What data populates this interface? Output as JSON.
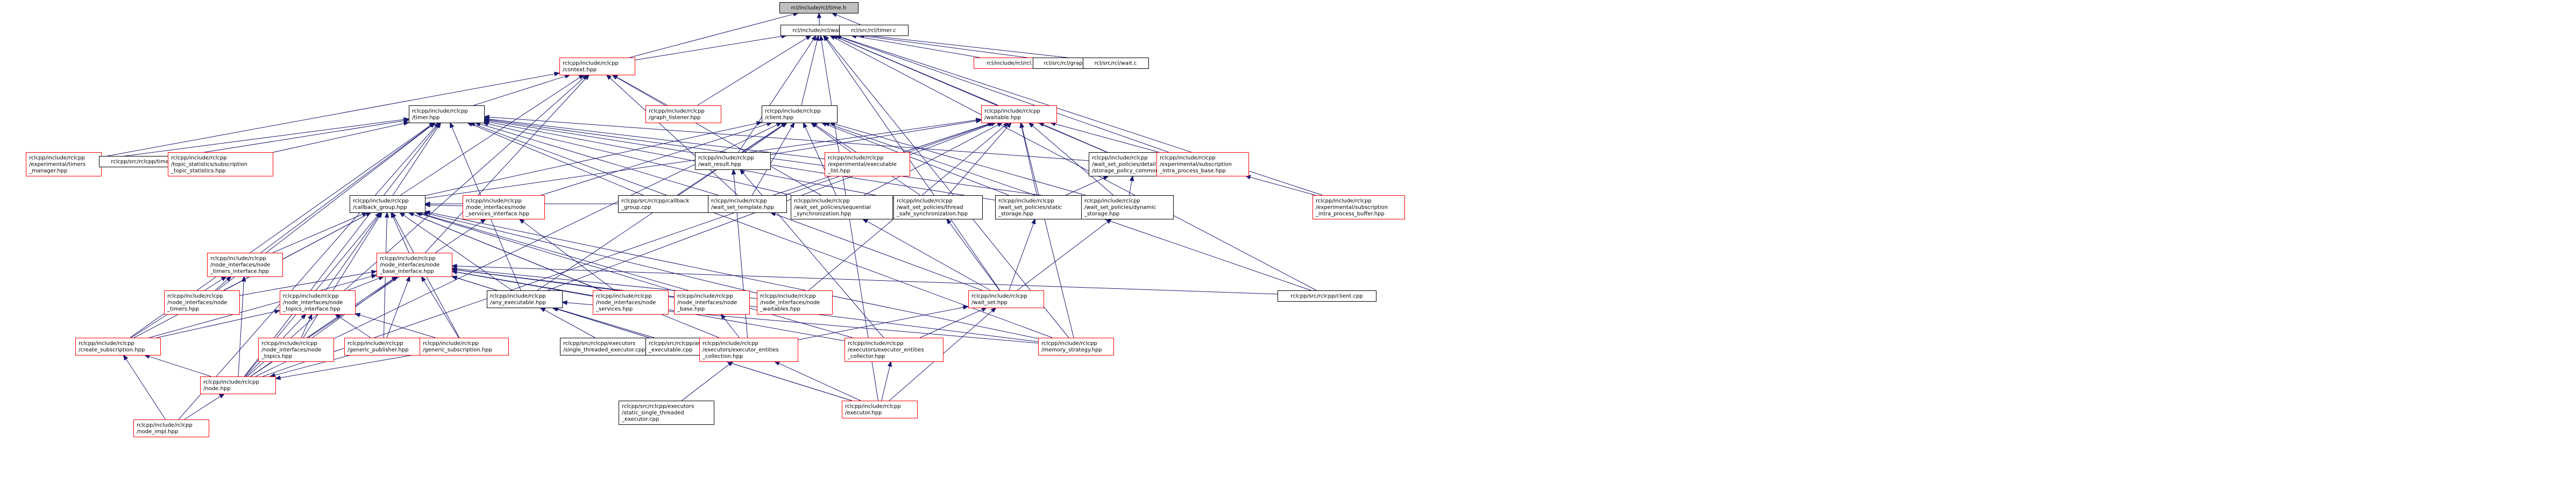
{
  "colors": {
    "edge": "#191970",
    "box_border_red": "#ff0000",
    "box_border_black": "#000000",
    "box_fill": "#ffffff",
    "highlight_fill": "#bfbfbf",
    "text": "#000000"
  },
  "nodes": [
    {
      "id": "time_h",
      "lines": [
        "rcl/include/rcl/time.h"
      ],
      "border": "black",
      "fill": "highlight"
    },
    {
      "id": "wait_h",
      "lines": [
        "rcl/include/rcl/wait.h"
      ],
      "border": "black"
    },
    {
      "id": "timer_c",
      "lines": [
        "rcl/src/rcl/timer.c"
      ],
      "border": "black"
    },
    {
      "id": "context_hpp",
      "lines": [
        "rclcpp/include/rclcpp",
        "/context.hpp"
      ],
      "border": "red"
    },
    {
      "id": "rcl_h",
      "lines": [
        "rcl/include/rcl/rcl.h"
      ],
      "border": "red"
    },
    {
      "id": "graph_c",
      "lines": [
        "rcl/src/rcl/graph.c"
      ],
      "border": "black"
    },
    {
      "id": "wait_c",
      "lines": [
        "rcl/src/rcl/wait.c"
      ],
      "border": "black"
    },
    {
      "id": "timer_hpp",
      "lines": [
        "rclcpp/include/rclcpp",
        "/timer.hpp"
      ],
      "border": "black"
    },
    {
      "id": "graph_listener_hpp",
      "lines": [
        "rclcpp/include/rclcpp",
        "/graph_listener.hpp"
      ],
      "border": "red"
    },
    {
      "id": "client_hpp",
      "lines": [
        "rclcpp/include/rclcpp",
        "/client.hpp"
      ],
      "border": "black"
    },
    {
      "id": "waitable_hpp",
      "lines": [
        "rclcpp/include/rclcpp",
        "/waitable.hpp"
      ],
      "border": "red"
    },
    {
      "id": "timers_manager_hpp",
      "lines": [
        "rclcpp/include/rclcpp",
        "/experimental/timers",
        "_manager.hpp"
      ],
      "border": "red"
    },
    {
      "id": "timer_cpp",
      "lines": [
        "rclcpp/src/rclcpp/timer.cpp"
      ],
      "border": "black"
    },
    {
      "id": "subscription_topic_statistics_hpp",
      "lines": [
        "rclcpp/include/rclcpp",
        "/topic_statistics/subscription",
        "_topic_statistics.hpp"
      ],
      "border": "red"
    },
    {
      "id": "wait_result_hpp",
      "lines": [
        "rclcpp/include/rclcpp",
        "/wait_result.hpp"
      ],
      "border": "black"
    },
    {
      "id": "executable_list_hpp",
      "lines": [
        "rclcpp/include/rclcpp",
        "/experimental/executable",
        "_list.hpp"
      ],
      "border": "red"
    },
    {
      "id": "storage_policy_common_hpp",
      "lines": [
        "rclcpp/include/rclcpp",
        "/wait_set_policies/detail",
        "/storage_policy_common.hpp"
      ],
      "border": "black"
    },
    {
      "id": "subscription_intra_process_base_hpp",
      "lines": [
        "rclcpp/include/rclcpp",
        "/experimental/subscription",
        "_intra_process_base.hpp"
      ],
      "border": "red"
    },
    {
      "id": "callback_group_hpp",
      "lines": [
        "rclcpp/include/rclcpp",
        "/callback_group.hpp"
      ],
      "border": "black"
    },
    {
      "id": "node_services_interface_hpp",
      "lines": [
        "rclcpp/include/rclcpp",
        "/node_interfaces/node",
        "_services_interface.hpp"
      ],
      "border": "red"
    },
    {
      "id": "callback_group_cpp",
      "lines": [
        "rclcpp/src/rclcpp/callback",
        "_group.cpp"
      ],
      "border": "black"
    },
    {
      "id": "wait_set_template_hpp",
      "lines": [
        "rclcpp/include/rclcpp",
        "/wait_set_template.hpp"
      ],
      "border": "black"
    },
    {
      "id": "sequential_synchronization_hpp",
      "lines": [
        "rclcpp/include/rclcpp",
        "/wait_set_policies/sequential",
        "_synchronization.hpp"
      ],
      "border": "black"
    },
    {
      "id": "thread_safe_synchronization_hpp",
      "lines": [
        "rclcpp/include/rclcpp",
        "/wait_set_policies/thread",
        "_safe_synchronization.hpp"
      ],
      "border": "black"
    },
    {
      "id": "static_storage_hpp",
      "lines": [
        "rclcpp/include/rclcpp",
        "/wait_set_policies/static",
        "_storage.hpp"
      ],
      "border": "black"
    },
    {
      "id": "dynamic_storage_hpp",
      "lines": [
        "rclcpp/include/rclcpp",
        "/wait_set_policies/dynamic",
        "_storage.hpp"
      ],
      "border": "black"
    },
    {
      "id": "subscription_intra_process_buffer_hpp",
      "lines": [
        "rclcpp/include/rclcpp",
        "/experimental/subscription",
        "_intra_process_buffer.hpp"
      ],
      "border": "red"
    },
    {
      "id": "node_timers_interface_hpp",
      "lines": [
        "rclcpp/include/rclcpp",
        "/node_interfaces/node",
        "_timers_interface.hpp"
      ],
      "border": "red"
    },
    {
      "id": "node_base_interface_hpp",
      "lines": [
        "rclcpp/include/rclcpp",
        "/node_interfaces/node",
        "_base_interface.hpp"
      ],
      "border": "red"
    },
    {
      "id": "node_timers_hpp",
      "lines": [
        "rclcpp/include/rclcpp",
        "/node_interfaces/node",
        "_timers.hpp"
      ],
      "border": "red"
    },
    {
      "id": "node_topics_interface_hpp",
      "lines": [
        "rclcpp/include/rclcpp",
        "/node_interfaces/node",
        "_topics_interface.hpp"
      ],
      "border": "red"
    },
    {
      "id": "any_executable_hpp",
      "lines": [
        "rclcpp/include/rclcpp",
        "/any_executable.hpp"
      ],
      "border": "black"
    },
    {
      "id": "node_services_hpp",
      "lines": [
        "rclcpp/include/rclcpp",
        "/node_interfaces/node",
        "_services.hpp"
      ],
      "border": "red"
    },
    {
      "id": "node_base_hpp",
      "lines": [
        "rclcpp/include/rclcpp",
        "/node_interfaces/node",
        "_base.hpp"
      ],
      "border": "red"
    },
    {
      "id": "node_waitables_hpp",
      "lines": [
        "rclcpp/include/rclcpp",
        "/node_interfaces/node",
        "_waitables.hpp"
      ],
      "border": "red"
    },
    {
      "id": "wait_set_hpp",
      "lines": [
        "rclcpp/include/rclcpp",
        "/wait_set.hpp"
      ],
      "border": "red"
    },
    {
      "id": "client_cpp",
      "lines": [
        "rclcpp/src/rclcpp/client.cpp"
      ],
      "border": "black"
    },
    {
      "id": "create_subscription_hpp",
      "lines": [
        "rclcpp/include/rclcpp",
        "/create_subscription.hpp"
      ],
      "border": "red"
    },
    {
      "id": "node_topics_hpp",
      "lines": [
        "rclcpp/include/rclcpp",
        "/node_interfaces/node",
        "_topics.hpp"
      ],
      "border": "red"
    },
    {
      "id": "generic_publisher_hpp",
      "lines": [
        "rclcpp/include/rclcpp",
        "/generic_publisher.hpp"
      ],
      "border": "red"
    },
    {
      "id": "generic_subscription_hpp",
      "lines": [
        "rclcpp/include/rclcpp",
        "/generic_subscription.hpp"
      ],
      "border": "red"
    },
    {
      "id": "single_threaded_executor_cpp",
      "lines": [
        "rclcpp/src/rclcpp/executors",
        "/single_threaded_executor.cpp"
      ],
      "border": "black"
    },
    {
      "id": "any_executable_cpp",
      "lines": [
        "rclcpp/src/rclcpp/any",
        "_executable.cpp"
      ],
      "border": "black"
    },
    {
      "id": "executor_entities_collection_hpp",
      "lines": [
        "rclcpp/include/rclcpp",
        "/executors/executor_entities",
        "_collection.hpp"
      ],
      "border": "red"
    },
    {
      "id": "executor_entities_collector_hpp",
      "lines": [
        "rclcpp/include/rclcpp",
        "/executors/executor_entities",
        "_collector.hpp"
      ],
      "border": "red"
    },
    {
      "id": "memory_strategy_hpp",
      "lines": [
        "rclcpp/include/rclcpp",
        "/memory_strategy.hpp"
      ],
      "border": "red"
    },
    {
      "id": "node_hpp",
      "lines": [
        "rclcpp/include/rclcpp",
        "/node.hpp"
      ],
      "border": "red"
    },
    {
      "id": "static_single_threaded_executor_cpp",
      "lines": [
        "rclcpp/src/rclcpp/executors",
        "/static_single_threaded",
        "_executor.cpp"
      ],
      "border": "black"
    },
    {
      "id": "executor_hpp",
      "lines": [
        "rclcpp/include/rclcpp",
        "/executor.hpp"
      ],
      "border": "red"
    },
    {
      "id": "node_impl_hpp",
      "lines": [
        "rclcpp/include/rclcpp",
        "/node_impl.hpp"
      ],
      "border": "red"
    }
  ],
  "edges": [
    [
      "wait_h",
      "time_h"
    ],
    [
      "timer_c",
      "time_h"
    ],
    [
      "context_hpp",
      "time_h"
    ],
    [
      "rcl_h",
      "wait_h"
    ],
    [
      "graph_c",
      "wait_h"
    ],
    [
      "wait_c",
      "wait_h"
    ],
    [
      "context_hpp",
      "wait_h"
    ],
    [
      "graph_listener_hpp",
      "wait_h"
    ],
    [
      "client_hpp",
      "wait_h"
    ],
    [
      "waitable_hpp",
      "wait_h"
    ],
    [
      "wait_result_hpp",
      "wait_h"
    ],
    [
      "storage_policy_common_hpp",
      "wait_h"
    ],
    [
      "subscription_intra_process_base_hpp",
      "wait_h"
    ],
    [
      "subscription_intra_process_buffer_hpp",
      "wait_h"
    ],
    [
      "wait_set_hpp",
      "wait_h"
    ],
    [
      "client_cpp",
      "wait_h"
    ],
    [
      "memory_strategy_hpp",
      "wait_h"
    ],
    [
      "executor_hpp",
      "wait_h"
    ],
    [
      "timer_hpp",
      "context_hpp"
    ],
    [
      "graph_listener_hpp",
      "context_hpp"
    ],
    [
      "callback_group_hpp",
      "context_hpp"
    ],
    [
      "timers_manager_hpp",
      "context_hpp"
    ],
    [
      "node_base_interface_hpp",
      "context_hpp"
    ],
    [
      "wait_set_template_hpp",
      "context_hpp"
    ],
    [
      "sequential_synchronization_hpp",
      "context_hpp"
    ],
    [
      "node_hpp",
      "context_hpp"
    ],
    [
      "timers_manager_hpp",
      "timer_hpp"
    ],
    [
      "timer_cpp",
      "timer_hpp"
    ],
    [
      "subscription_topic_statistics_hpp",
      "timer_hpp"
    ],
    [
      "callback_group_hpp",
      "timer_hpp"
    ],
    [
      "node_timers_interface_hpp",
      "timer_hpp"
    ],
    [
      "callback_group_cpp",
      "timer_hpp"
    ],
    [
      "wait_set_template_hpp",
      "timer_hpp"
    ],
    [
      "sequential_synchronization_hpp",
      "timer_hpp"
    ],
    [
      "thread_safe_synchronization_hpp",
      "timer_hpp"
    ],
    [
      "static_storage_hpp",
      "timer_hpp"
    ],
    [
      "dynamic_storage_hpp",
      "timer_hpp"
    ],
    [
      "storage_policy_common_hpp",
      "timer_hpp"
    ],
    [
      "executable_list_hpp",
      "timer_hpp"
    ],
    [
      "any_executable_hpp",
      "timer_hpp"
    ],
    [
      "memory_strategy_hpp",
      "timer_hpp"
    ],
    [
      "create_subscription_hpp",
      "timer_hpp"
    ],
    [
      "node_timers_hpp",
      "timer_hpp"
    ],
    [
      "node_hpp",
      "timer_hpp"
    ],
    [
      "node_impl_hpp",
      "timer_hpp"
    ],
    [
      "callback_group_hpp",
      "client_hpp"
    ],
    [
      "wait_result_hpp",
      "client_hpp"
    ],
    [
      "executable_list_hpp",
      "client_hpp"
    ],
    [
      "node_services_interface_hpp",
      "client_hpp"
    ],
    [
      "callback_group_cpp",
      "client_hpp"
    ],
    [
      "wait_set_template_hpp",
      "client_hpp"
    ],
    [
      "sequential_synchronization_hpp",
      "client_hpp"
    ],
    [
      "thread_safe_synchronization_hpp",
      "client_hpp"
    ],
    [
      "static_storage_hpp",
      "client_hpp"
    ],
    [
      "dynamic_storage_hpp",
      "client_hpp"
    ],
    [
      "any_executable_hpp",
      "client_hpp"
    ],
    [
      "client_cpp",
      "client_hpp"
    ],
    [
      "node_hpp",
      "client_hpp"
    ],
    [
      "callback_group_hpp",
      "waitable_hpp"
    ],
    [
      "wait_result_hpp",
      "waitable_hpp"
    ],
    [
      "executable_list_hpp",
      "waitable_hpp"
    ],
    [
      "storage_policy_common_hpp",
      "waitable_hpp"
    ],
    [
      "subscription_intra_process_base_hpp",
      "waitable_hpp"
    ],
    [
      "wait_set_template_hpp",
      "waitable_hpp"
    ],
    [
      "sequential_synchronization_hpp",
      "waitable_hpp"
    ],
    [
      "thread_safe_synchronization_hpp",
      "waitable_hpp"
    ],
    [
      "static_storage_hpp",
      "waitable_hpp"
    ],
    [
      "dynamic_storage_hpp",
      "waitable_hpp"
    ],
    [
      "node_waitables_hpp",
      "waitable_hpp"
    ],
    [
      "any_executable_hpp",
      "waitable_hpp"
    ],
    [
      "memory_strategy_hpp",
      "waitable_hpp"
    ],
    [
      "node_hpp",
      "waitable_hpp"
    ],
    [
      "subscription_intra_process_buffer_hpp",
      "subscription_intra_process_base_hpp"
    ],
    [
      "static_storage_hpp",
      "storage_policy_common_hpp"
    ],
    [
      "dynamic_storage_hpp",
      "storage_policy_common_hpp"
    ],
    [
      "callback_group_cpp",
      "callback_group_hpp"
    ],
    [
      "node_timers_interface_hpp",
      "callback_group_hpp"
    ],
    [
      "node_services_interface_hpp",
      "callback_group_hpp"
    ],
    [
      "node_base_interface_hpp",
      "callback_group_hpp"
    ],
    [
      "any_executable_hpp",
      "callback_group_hpp"
    ],
    [
      "node_services_hpp",
      "callback_group_hpp"
    ],
    [
      "node_base_hpp",
      "callback_group_hpp"
    ],
    [
      "node_waitables_hpp",
      "callback_group_hpp"
    ],
    [
      "node_topics_interface_hpp",
      "callback_group_hpp"
    ],
    [
      "node_timers_hpp",
      "callback_group_hpp"
    ],
    [
      "node_topics_hpp",
      "callback_group_hpp"
    ],
    [
      "generic_publisher_hpp",
      "callback_group_hpp"
    ],
    [
      "generic_subscription_hpp",
      "callback_group_hpp"
    ],
    [
      "executor_entities_collection_hpp",
      "callback_group_hpp"
    ],
    [
      "executor_entities_collector_hpp",
      "callback_group_hpp"
    ],
    [
      "memory_strategy_hpp",
      "callback_group_hpp"
    ],
    [
      "node_hpp",
      "callback_group_hpp"
    ],
    [
      "create_subscription_hpp",
      "callback_group_hpp"
    ],
    [
      "node_services_hpp",
      "node_services_interface_hpp"
    ],
    [
      "node_hpp",
      "node_services_interface_hpp"
    ],
    [
      "node_timers_hpp",
      "node_timers_interface_hpp"
    ],
    [
      "create_subscription_hpp",
      "node_timers_interface_hpp"
    ],
    [
      "node_hpp",
      "node_timers_interface_hpp"
    ],
    [
      "node_topics_interface_hpp",
      "node_base_interface_hpp"
    ],
    [
      "node_services_hpp",
      "node_base_interface_hpp"
    ],
    [
      "node_base_hpp",
      "node_base_interface_hpp"
    ],
    [
      "node_waitables_hpp",
      "node_base_interface_hpp"
    ],
    [
      "any_executable_hpp",
      "node_base_interface_hpp"
    ],
    [
      "node_timers_hpp",
      "node_base_interface_hpp"
    ],
    [
      "node_topics_hpp",
      "node_base_interface_hpp"
    ],
    [
      "generic_publisher_hpp",
      "node_base_interface_hpp"
    ],
    [
      "generic_subscription_hpp",
      "node_base_interface_hpp"
    ],
    [
      "create_subscription_hpp",
      "node_base_interface_hpp"
    ],
    [
      "executor_entities_collector_hpp",
      "node_base_interface_hpp"
    ],
    [
      "memory_strategy_hpp",
      "node_base_interface_hpp"
    ],
    [
      "client_cpp",
      "node_base_interface_hpp"
    ],
    [
      "executor_hpp",
      "node_base_interface_hpp"
    ],
    [
      "node_hpp",
      "node_base_interface_hpp"
    ],
    [
      "node_topics_hpp",
      "node_topics_interface_hpp"
    ],
    [
      "generic_publisher_hpp",
      "node_topics_interface_hpp"
    ],
    [
      "generic_subscription_hpp",
      "node_topics_interface_hpp"
    ],
    [
      "create_subscription_hpp",
      "node_topics_interface_hpp"
    ],
    [
      "node_hpp",
      "node_topics_interface_hpp"
    ],
    [
      "single_threaded_executor_cpp",
      "any_executable_hpp"
    ],
    [
      "any_executable_cpp",
      "any_executable_hpp"
    ],
    [
      "memory_strategy_hpp",
      "any_executable_hpp"
    ],
    [
      "executor_hpp",
      "any_executable_hpp"
    ],
    [
      "executor_entities_collection_hpp",
      "node_base_hpp"
    ],
    [
      "executor_entities_collection_hpp",
      "wait_result_hpp"
    ],
    [
      "executor_entities_collector_hpp",
      "wait_result_hpp"
    ],
    [
      "wait_set_hpp",
      "wait_set_template_hpp"
    ],
    [
      "wait_set_hpp",
      "sequential_synchronization_hpp"
    ],
    [
      "wait_set_hpp",
      "thread_safe_synchronization_hpp"
    ],
    [
      "wait_set_hpp",
      "static_storage_hpp"
    ],
    [
      "wait_set_hpp",
      "dynamic_storage_hpp"
    ],
    [
      "executor_entities_collection_hpp",
      "wait_set_hpp"
    ],
    [
      "executor_entities_collector_hpp",
      "wait_set_hpp"
    ],
    [
      "executor_hpp",
      "wait_set_hpp"
    ],
    [
      "static_single_threaded_executor_cpp",
      "executor_entities_collection_hpp"
    ],
    [
      "executor_hpp",
      "executor_entities_collection_hpp"
    ],
    [
      "executor_hpp",
      "executor_entities_collector_hpp"
    ],
    [
      "generic_publisher_hpp",
      "node_hpp"
    ],
    [
      "generic_subscription_hpp",
      "node_hpp"
    ],
    [
      "node_hpp",
      "create_subscription_hpp"
    ],
    [
      "node_impl_hpp",
      "create_subscription_hpp"
    ],
    [
      "node_impl_hpp",
      "node_hpp"
    ]
  ]
}
